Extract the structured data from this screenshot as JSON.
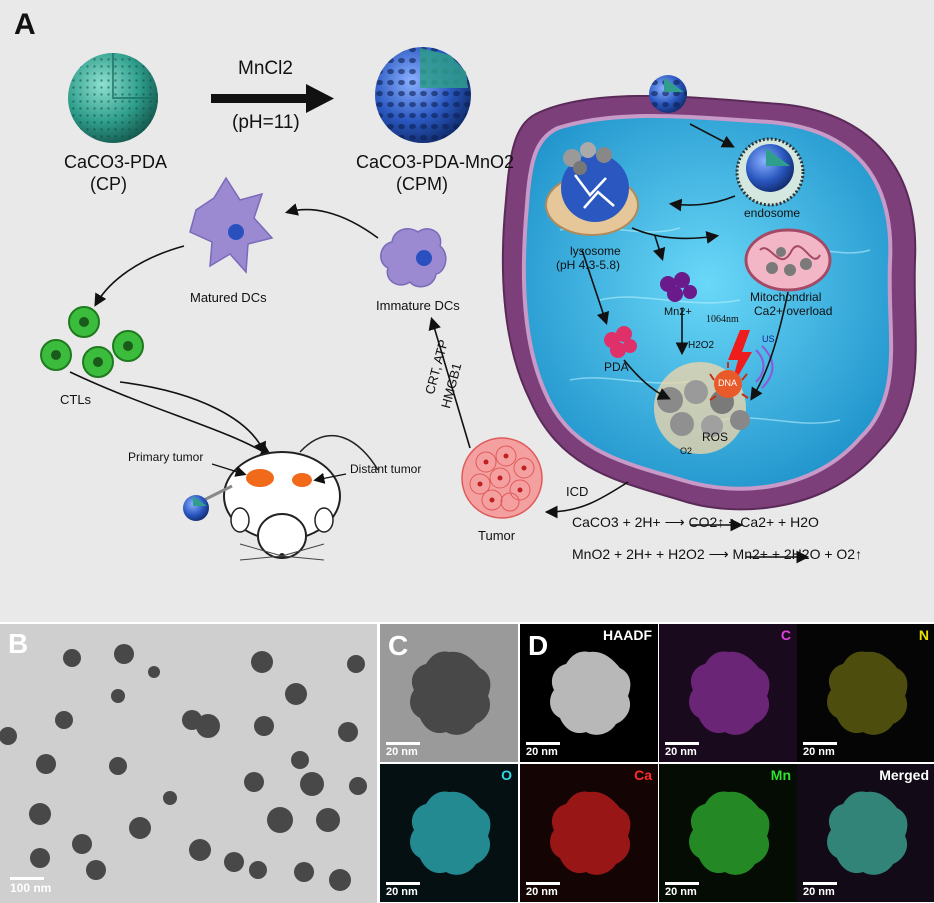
{
  "panels": {
    "a": "A",
    "b": "B",
    "c": "C",
    "d": "D"
  },
  "synthesis": {
    "reagent": "MnCl2",
    "condition": "(pH=11)",
    "cp_name": "CaCO3-PDA",
    "cp_abbr": "(CP)",
    "cpm_name": "CaCO3-PDA-MnO2",
    "cpm_abbr": "(CPM)"
  },
  "cell": {
    "endosome": "endosome",
    "lysosome": "lysosome",
    "lysosome_ph": "(pH 4.3-5.8)",
    "mn": "Mn2+",
    "mito_1": "Mitochondrial",
    "mito_2": "Ca2+ overload",
    "laser": "1064nm",
    "us": "US",
    "h2o2": "H2O2",
    "pda": "PDA",
    "ros": "ROS",
    "dna": "DNA",
    "o2": "O2"
  },
  "immune": {
    "matured_dcs": "Matured DCs",
    "immature_dcs": "Immature DCs",
    "ctls": "CTLs",
    "primary_tumor": "Primary tumor",
    "distant_tumor": "Distant tumor",
    "tumor": "Tumor",
    "icd": "ICD",
    "signals_1": "CRT, ATP",
    "signals_2": "HMGB1"
  },
  "equations": {
    "eq1": "CaCO3 + 2H+ ⟶ CO2↑ + Ca2+ + H2O",
    "eq2": "MnO2 + 2H+ + H2O2 ⟶ Mn2+ + 2H2O + O2↑"
  },
  "scale_bars": {
    "b": "100 nm",
    "tiles": "20 nm"
  },
  "tiles": [
    {
      "label": "",
      "bg": "#9a9a9a",
      "blob": "#3a3a3a",
      "label_color": "#ffffff"
    },
    {
      "label": "HAADF",
      "bg": "#000000",
      "blob": "#d8d8d8",
      "label_color": "#ffffff"
    },
    {
      "label": "C",
      "bg": "#1a0a1e",
      "blob": "#7a2a86",
      "label_color": "#e040e0"
    },
    {
      "label": "N",
      "bg": "#050505",
      "blob": "#5a5a10",
      "label_color": "#e8e000"
    },
    {
      "label": "O",
      "bg": "#041012",
      "blob": "#2aa0a8",
      "label_color": "#30d8e8"
    },
    {
      "label": "Ca",
      "bg": "#140404",
      "blob": "#b01a1a",
      "label_color": "#ff2a2a"
    },
    {
      "label": "Mn",
      "bg": "#040c04",
      "blob": "#2aa02a",
      "label_color": "#30e030"
    },
    {
      "label": "Merged",
      "bg": "#120a16",
      "blob": "#3a9a8a",
      "label_color": "#ffffff"
    }
  ],
  "colors": {
    "teal": "#3aa898",
    "blue": "#2f5fbf",
    "cell_wall": "#8a4d85",
    "cytoplasm": "#3cc0e8",
    "dc": "#9b8ad2",
    "ctl": "#3cbc3c",
    "tumor": "#f07a7a"
  }
}
